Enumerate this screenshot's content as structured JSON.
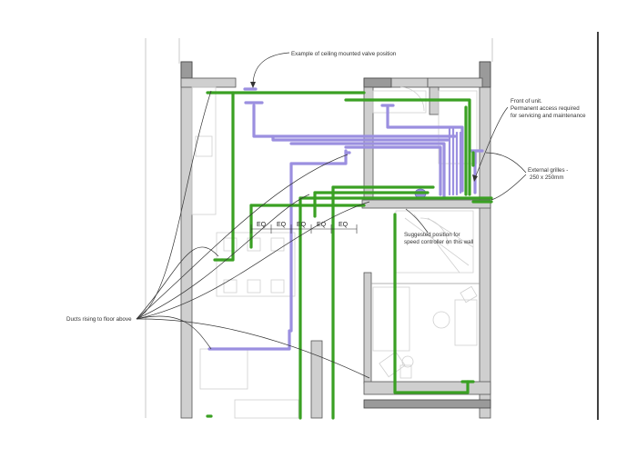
{
  "annotations": {
    "valve_example": "Example of ceiling mounted valve position",
    "front_of_unit": [
      "Front of unit.",
      "Permanent access required",
      "for servicing and maintenance"
    ],
    "external_grilles": [
      "External grilles -",
      "250 x 250mm"
    ],
    "speed_controller": [
      "Suggested position for",
      "speed controller on this wall"
    ],
    "ducts_rising": "Ducts rising to floor above"
  },
  "dimension_labels": [
    "EQ",
    "EQ",
    "EQ",
    "EQ",
    "EQ"
  ],
  "colors": {
    "supply_duct": "#9b8fe0",
    "extract_duct": "#3aa023",
    "wall": "#cfcfcf"
  }
}
